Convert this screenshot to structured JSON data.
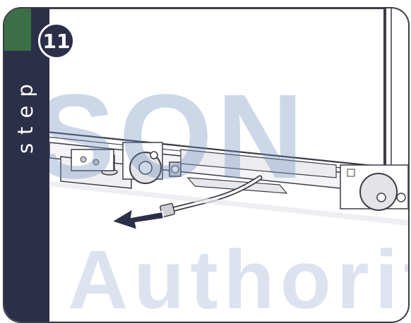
{
  "step": {
    "word": "step",
    "number": "11"
  },
  "watermark": {
    "line1": "ISON",
    "line2": "e Authority"
  },
  "colors": {
    "bar": "#2c2f48",
    "outline": "#3c3c46",
    "arrow": "#2c2f48",
    "watermark": "#6f8fc0"
  },
  "icons": [
    "arrow-left-icon"
  ]
}
